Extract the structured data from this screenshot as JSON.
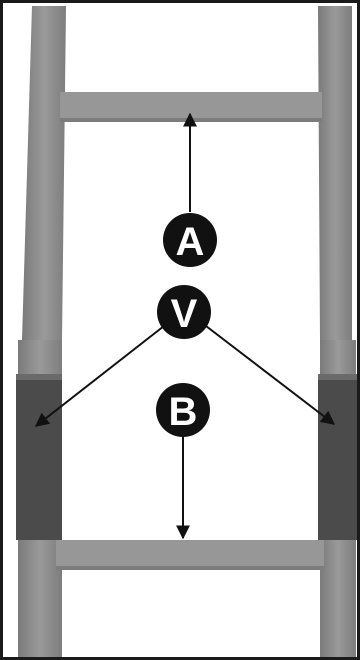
{
  "labels": {
    "a": "A",
    "v": "V",
    "b": "B"
  },
  "colors": {
    "rail": "#8c8c8c",
    "rail_shadow": "#6e6e6e",
    "rung": "#959595",
    "block": "#4b4b4b",
    "badge": "#111111",
    "arrow": "#111111",
    "border": "#1a1a1a"
  }
}
